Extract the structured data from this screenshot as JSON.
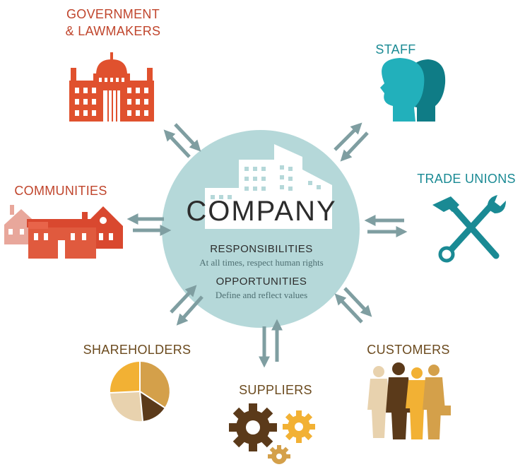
{
  "center": {
    "title": "COMPANY",
    "responsibilities_heading": "RESPONSIBILITIES",
    "responsibilities_text": "At all times, respect human rights",
    "opportunities_heading": "OPPORTUNITIES",
    "opportunities_text": "Define and reflect values"
  },
  "stakeholders": {
    "government_line1": "GOVERNMENT",
    "government_line2": "& LAWMAKERS",
    "staff": "STAFF",
    "trade_unions": "TRADE UNIONS",
    "communities": "COMMUNITIES",
    "shareholders": "SHAREHOLDERS",
    "suppliers": "SUPPLIERS",
    "customers": "CUSTOMERS"
  },
  "colors": {
    "circle": "#b5d8d9",
    "arrow": "#7f9ea1",
    "government": "#e0512e",
    "community_light": "#e8a79b",
    "community_dark": "#d9482f",
    "staff_light": "#22b0bb",
    "staff_dark": "#0f7c86",
    "tools": "#1a8a94",
    "gold": "#f2b134",
    "brown": "#5b3a1a",
    "tan": "#e8d2ae",
    "camel": "#d4a04a"
  },
  "icons": [
    "capitol-building-icon",
    "heads-silhouette-icon",
    "hammer-wrench-icon",
    "houses-icon",
    "pie-chart-icon",
    "gears-icon",
    "people-silhouette-icon",
    "office-buildings-icon"
  ]
}
